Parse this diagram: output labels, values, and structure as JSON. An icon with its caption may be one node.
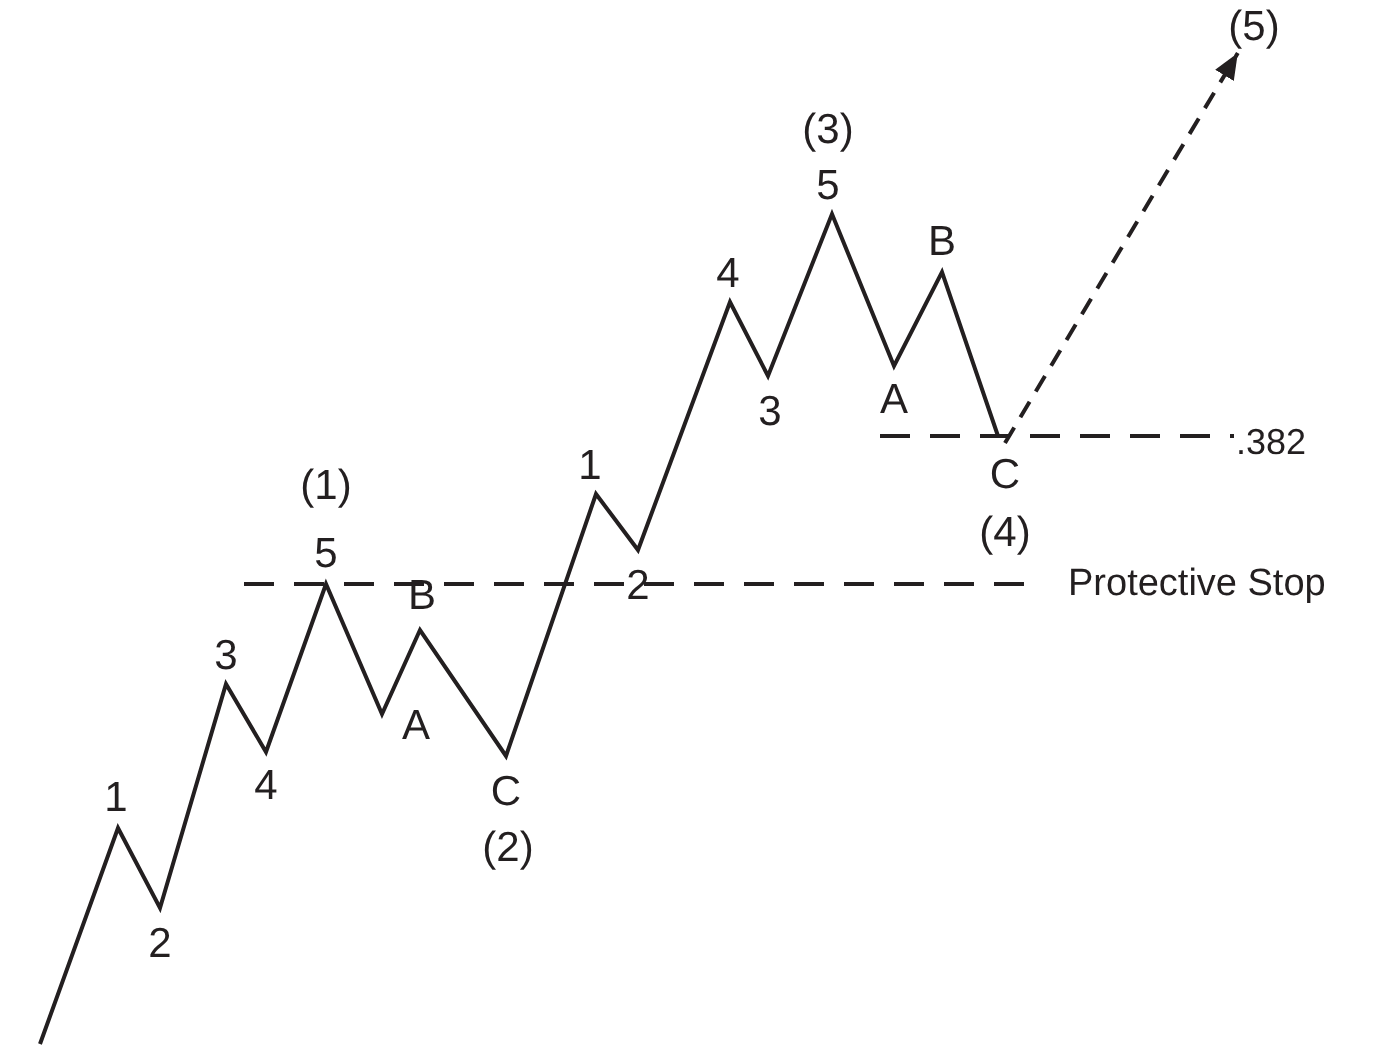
{
  "diagram": {
    "nodes": [
      {
        "text": [
          "(5)"
        ]
      },
      {
        "text": [
          "C",
          "(4)"
        ]
      }
    ],
    "edges": [
      {
        "from": 1,
        "to": 0,
        "arrow": "to",
        "style": "dashed"
      }
    ],
    "labels": [
      "1",
      "2",
      "3",
      "4",
      "(1)",
      "5",
      "A",
      "B",
      "C",
      "(2)",
      "1",
      "2",
      "4",
      "3",
      "(3)",
      "5",
      "A",
      "B",
      ".382",
      "Protective Stop"
    ]
  }
}
